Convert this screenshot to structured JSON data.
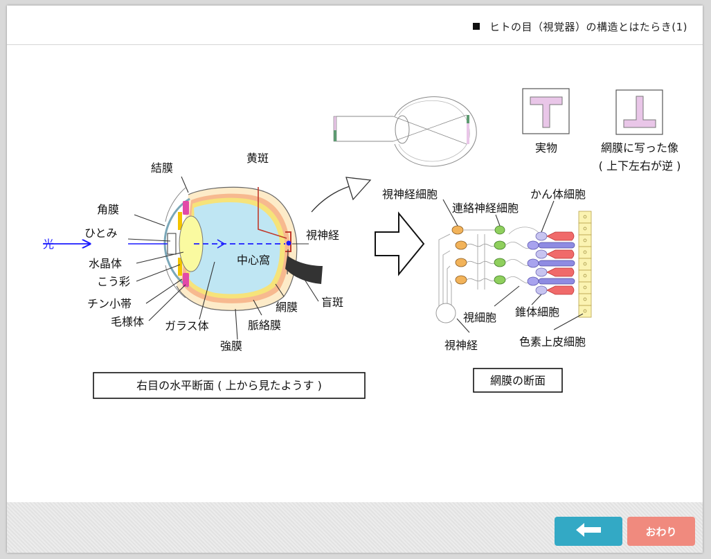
{
  "header": {
    "title": "ヒトの目（視覚器）の構造とはたらき(1)"
  },
  "eye_labels": {
    "ketsumaku": "結膜",
    "kakumaku": "角膜",
    "hitomi": "ひとみ",
    "hikari": "光",
    "suishoutai": "水晶体",
    "kousai": "こう彩",
    "chinshoutai": "チン小帯",
    "moyoutai": "毛様体",
    "garasutai": "ガラス体",
    "kyoumaku": "強膜",
    "myakurakumaku": "脈絡膜",
    "moumaku": "網膜",
    "mouhan": "盲斑",
    "chuushinka": "中心窩",
    "shishinkei": "視神経",
    "ouhan": "黄斑"
  },
  "eye_caption": "右目の水平断面 ( 上から見たようす )",
  "retina_labels": {
    "shishinkei_saibou": "視神経細胞",
    "kantai_saibou": "かん体細胞",
    "renraku_saibou": "連絡神経細胞",
    "shisaibou": "視細胞",
    "suitai_saibou": "錐体細胞",
    "shishinkei": "視神経",
    "shikiso_saibou": "色素上皮細胞"
  },
  "retina_caption": "網膜の断面",
  "image_labels": {
    "real": "実物",
    "retina_image": "網膜に写った像",
    "reversed": "( 上下左右が逆 )"
  },
  "footer": {
    "back_icon": "arrow-left-icon",
    "end_label": "おわり"
  },
  "colors": {
    "back": "#33a9c5",
    "end": "#f08a7e",
    "light": "#1a1aff",
    "ouhan_line": "#c0392b"
  }
}
